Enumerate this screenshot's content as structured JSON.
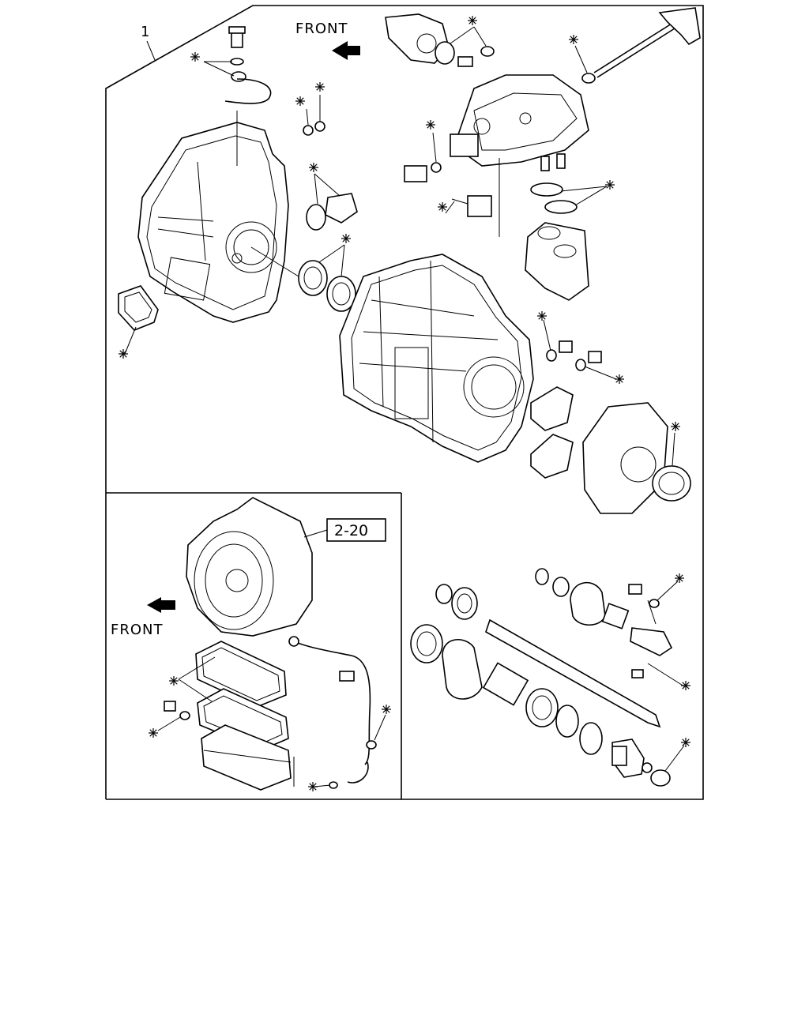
{
  "labels": {
    "assembly_number": "1",
    "front_top": "FRONT",
    "front_inset": "FRONT",
    "ref_box": "2-20"
  },
  "asterisk_glyph": "*",
  "asterisk_markers": [
    "gasket-oil-line",
    "washer-1",
    "washer-2",
    "sensor-top",
    "shaft-seal",
    "neutral-switch",
    "oring-cover",
    "seal-pair",
    "speed-sensor",
    "orings-cylinder",
    "cover-gasket",
    "drain-plug-1",
    "drain-plug-2",
    "rear-seal",
    "bolt-washer",
    "side-washer",
    "end-nut",
    "pan-gasket",
    "pan-plug",
    "pipe-oring",
    "pipe-oring-2"
  ]
}
